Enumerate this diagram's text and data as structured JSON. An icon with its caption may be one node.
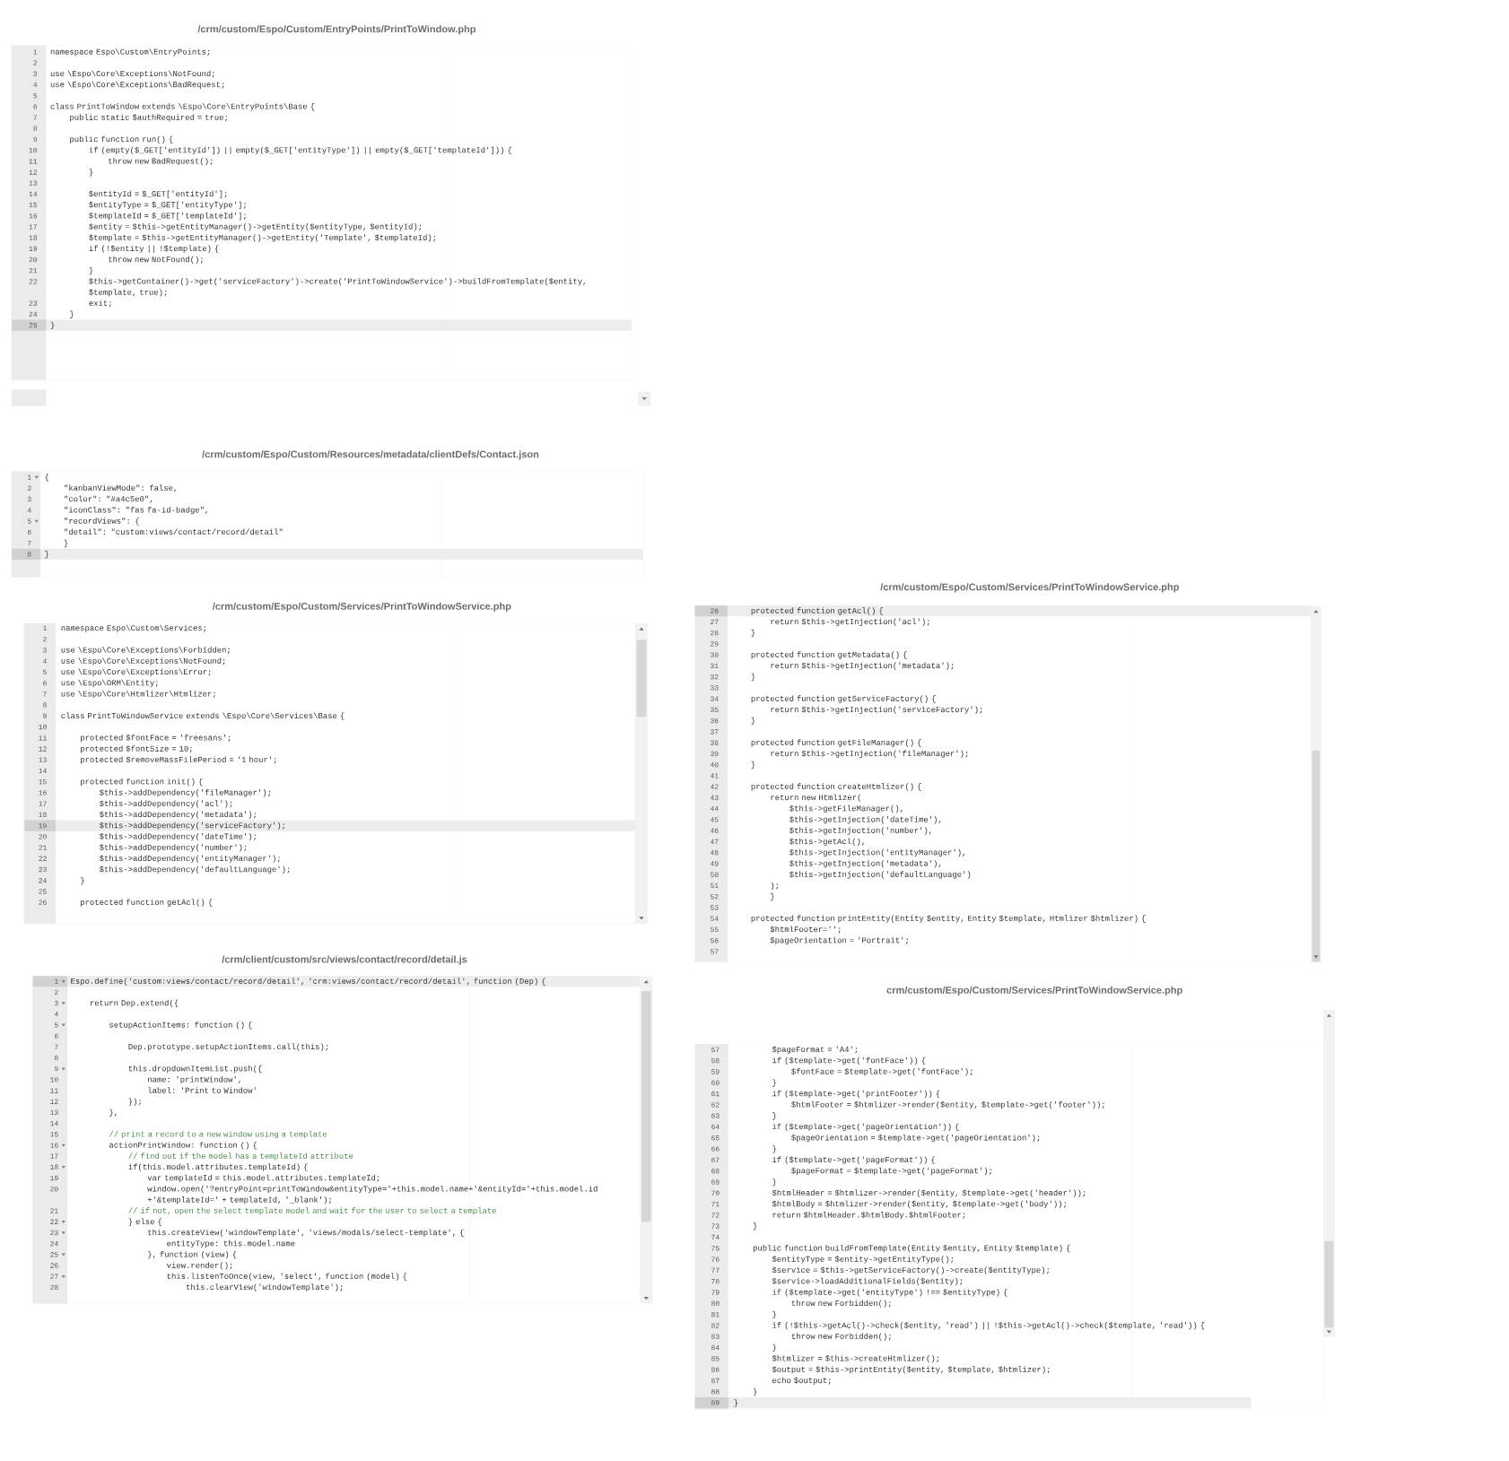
{
  "diagram": {
    "nodes": [
      {
        "text": [
          "/crm/custom/Espo/Custom/EntryPoints/PrintToWindow.php",
          "namespace Espo\\Custom\\EntryPoints;",
          "use \\Espo\\Core\\Exceptions\\NotFound;",
          "use \\Espo\\Core\\Exceptions\\BadRequest;",
          "class PrintToWindow extends \\Espo\\Core\\EntryPoints\\Base {",
          "public static $authRequired = true;",
          "public function run() {",
          "if (empty($_GET['entityId']) || empty($_GET['entityType']) || empty($_GET['templateId'])) {",
          "throw new BadRequest();",
          "}",
          "$entityId = $_GET['entityId'];",
          "$entityType = $_GET['entityType'];",
          "$templateId = $_GET['templateId'];",
          "$entity = $this->getEntityManager()->getEntity($entityType, $entityId);",
          "$template = $this->getEntityManager()->getEntity('Template', $templateId);",
          "if (!$entity || !$template) {",
          "throw new NotFound();",
          "}",
          "$this->getContainer()->get('serviceFactory')->create('PrintToWindowService')->buildFromTemplate($entity, $template, true);",
          "exit;",
          "}",
          "}"
        ]
      },
      {
        "text": [
          "/crm/custom/Espo/Custom/Resources/metadata/clientDefs/Contact.json",
          "{",
          "\"kanbanViewMode\": false,",
          "\"color\": \"#a4c5e0\",",
          "\"iconClass\": \"fas fa-id-badge\",",
          "\"recordViews\": {",
          "\"detail\": \"custom:views/contact/record/detail\"",
          "}",
          "}"
        ]
      },
      {
        "text": [
          "/crm/custom/Espo/Custom/Services/PrintToWindowService.php",
          "namespace Espo\\Custom\\Services;",
          "use \\Espo\\Core\\Exceptions\\Forbidden;",
          "use \\Espo\\Core\\Exceptions\\NotFound;",
          "use \\Espo\\Core\\Exceptions\\Error;",
          "use \\Espo\\ORM\\Entity;",
          "use \\Espo\\Core\\Htmlizer\\Htmlizer;",
          "class PrintToWindowService extends \\Espo\\Core\\Services\\Base {",
          "protected $fontFace = 'freesans';",
          "protected $fontSize = 10;",
          "protected $removeMassFilePeriod = '1 hour';",
          "protected function init() {",
          "$this->addDependency('fileManager');",
          "$this->addDependency('acl');",
          "$this->addDependency('metadata');",
          "$this->addDependency('serviceFactory');",
          "$this->addDependency('dateTime');",
          "$this->addDependency('number');",
          "$this->addDependency('entityManager');",
          "$this->addDependency('defaultLanguage');",
          "}",
          "protected function getAcl() {"
        ]
      },
      {
        "text": [
          "/crm/custom/Espo/Custom/Services/PrintToWindowService.php",
          "protected function getAcl() {",
          "return $this->getInjection('acl');",
          "}",
          "protected function getMetadata() {",
          "return $this->getInjection('metadata');",
          "}",
          "protected function getServiceFactory() {",
          "return $this->getInjection('serviceFactory');",
          "}",
          "protected function getFileManager() {",
          "return $this->getInjection('fileManager');",
          "}",
          "protected function createHtmlizer() {",
          "return new Htmlizer(",
          "$this->getFileManager(),",
          "$this->getInjection('dateTime'),",
          "$this->getInjection('number'),",
          "$this->getAcl(),",
          "$this->getInjection('entityManager'),",
          "$this->getInjection('metadata'),",
          "$this->getInjection('defaultLanguage')",
          ");",
          "}",
          "protected function printEntity(Entity $entity, Entity $template, Htmlizer $htmlizer) {",
          "$htmlFooter='';",
          "$pageOrientation = 'Portrait';"
        ]
      },
      {
        "text": [
          "/crm/client/custom/src/views/contact/record/detail.js",
          "Espo.define('custom:views/contact/record/detail', 'crm:views/contact/record/detail', function (Dep) {",
          "return Dep.extend({",
          "setupActionItems: function () {",
          "Dep.prototype.setupActionItems.call(this);",
          "this.dropdownItemList.push({",
          "name: 'printWindow',",
          "label: 'Print to Window'",
          "});",
          "},",
          "// print a record to a new window using a template",
          "actionPrintWindow: function () {",
          "// find out if the model has a templateId attribute",
          "if(this.model.attributes.templateId) {",
          "var templateId = this.model.attributes.templateId;",
          "window.open('?entryPoint=printToWindow&entityType='+this.model.name+'&entityId='+this.model.id +'&templateId=' + templateId, '_blank');",
          "// if not, open the select template model and wait for the user to select a template",
          "} else {",
          "this.createView('windowTemplate', 'views/modals/select-template', {",
          "entityType: this.model.name",
          "}, function (view) {",
          "view.render();",
          "this.listenToOnce(view, 'select', function (model) {",
          "this.clearView('windowTemplate');"
        ]
      },
      {
        "text": [
          "crm/custom/Espo/Custom/Services/PrintToWindowService.php",
          "$pageFormat = 'A4';",
          "if ($template->get('fontFace')) {",
          "$fontFace = $template->get('fontFace');",
          "}",
          "if ($template->get('printFooter')) {",
          "$htmlFooter = $htmlizer->render($entity, $template->get('footer'));",
          "}",
          "if ($template->get('pageOrientation')) {",
          "$pageOrientation = $template->get('pageOrientation');",
          "}",
          "if ($template->get('pageFormat')) {",
          "$pageFormat = $template->get('pageFormat');",
          "}",
          "$htmlHeader = $htmlizer->render($entity, $template->get('header'));",
          "$htmlBody = $htmlizer->render($entity, $template->get('body'));",
          "return $htmlHeader.$htmlBody.$htmlFooter;",
          "}",
          "public function buildFromTemplate(Entity $entity, Entity $template) {",
          "$entityType = $entity->getEntityType();",
          "$service = $this->getServiceFactory()->create($entityType);",
          "$service->loadAdditionalFields($entity);",
          "if ($template->get('entityType') !== $entityType) {",
          "throw new Forbidden();",
          "}",
          "if (!$this->getAcl()->check($entity, 'read') || !$this->getAcl()->check($template, 'read')) {",
          "throw new Forbidden();",
          "}",
          "$htmlizer = $this->createHtmlizer();",
          "$output = $this->printEntity($entity, $template, $htmlizer);",
          "echo $output;",
          "}",
          "}"
        ]
      }
    ],
    "labels": [
      "1",
      "2",
      "3",
      "4",
      "5",
      "6",
      "7",
      "8",
      "9",
      "10",
      "11",
      "12",
      "13",
      "14",
      "15",
      "16",
      "17",
      "18",
      "19",
      "20",
      "21",
      "22",
      "23",
      "24",
      "25",
      "1",
      "2",
      "3",
      "4",
      "5",
      "6",
      "7",
      "8",
      "1",
      "2",
      "3",
      "4",
      "5",
      "6",
      "7",
      "8",
      "9",
      "10",
      "11",
      "12",
      "13",
      "14",
      "15",
      "16",
      "17",
      "18",
      "19",
      "20",
      "21",
      "22",
      "23",
      "24",
      "25",
      "26",
      "26",
      "27",
      "28",
      "29",
      "30",
      "31",
      "32",
      "33",
      "34",
      "35",
      "36",
      "37",
      "38",
      "39",
      "40",
      "41",
      "42",
      "43",
      "44",
      "45",
      "46",
      "47",
      "48",
      "49",
      "50",
      "51",
      "52",
      "53",
      "54",
      "55",
      "56",
      "57",
      "1",
      "2",
      "3",
      "4",
      "5",
      "6",
      "7",
      "8",
      "9",
      "10",
      "11",
      "12",
      "13",
      "14",
      "15",
      "16",
      "17",
      "18",
      "19",
      "20",
      "21",
      "22",
      "23",
      "24",
      "25",
      "26",
      "27",
      "28",
      "57",
      "58",
      "59",
      "60",
      "61",
      "62",
      "63",
      "64",
      "65",
      "66",
      "67",
      "68",
      "69",
      "70",
      "71",
      "72",
      "73",
      "74",
      "75",
      "76",
      "77",
      "78",
      "79",
      "80",
      "81",
      "82",
      "83",
      "84",
      "85",
      "86",
      "87",
      "88",
      "89"
    ]
  }
}
